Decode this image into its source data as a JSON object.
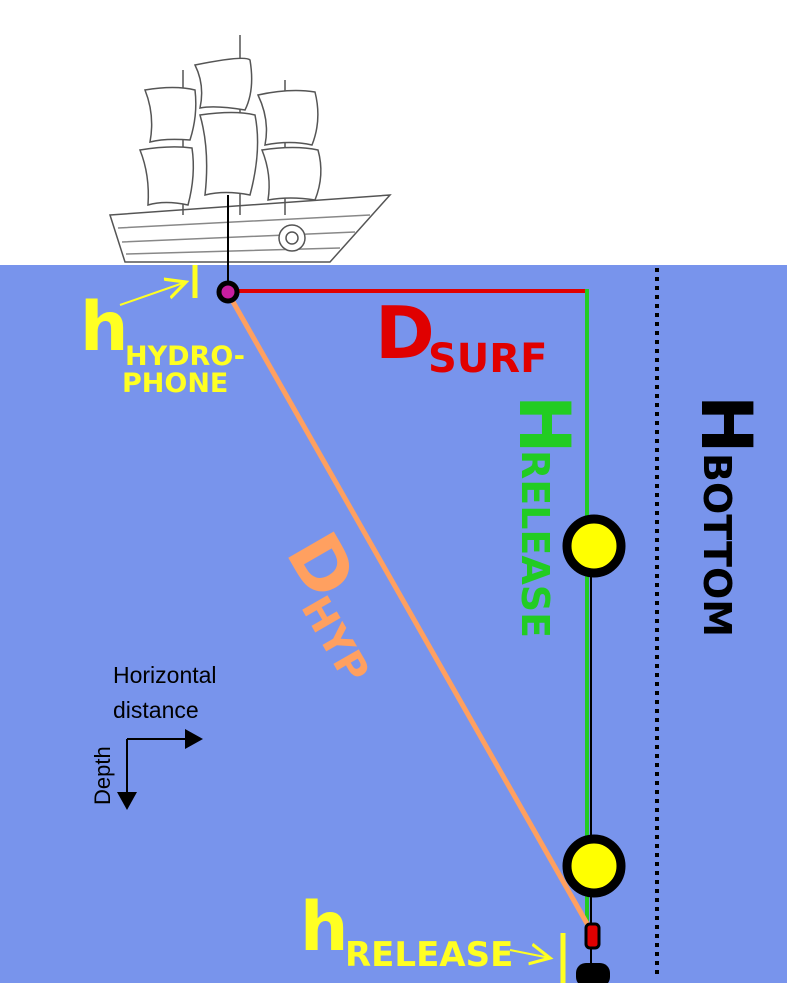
{
  "colors": {
    "water": "#7894ec",
    "surface": "#e00000",
    "release_line": "#22cc22",
    "hypotenuse": "#ffa060",
    "float": "#ffff00",
    "label_yellow": "#ffff22"
  },
  "labels": {
    "d_surf": {
      "main": "D",
      "sub": "SURF"
    },
    "h_release": {
      "main": "H",
      "sub": "RELEASE"
    },
    "h_bottom": {
      "main": "H",
      "sub": "BOTTOM"
    },
    "d_hyp": {
      "main": "D",
      "sub": "HYP"
    },
    "h_hydrophone": {
      "main": "h",
      "sub1": "HYDRO-",
      "sub2": "PHONE"
    },
    "h_release_small": {
      "main": "h",
      "sub": "RELEASE"
    }
  },
  "axes_legend": {
    "horizontal_line1": "Horizontal",
    "horizontal_line2": "distance",
    "depth": "Depth"
  }
}
